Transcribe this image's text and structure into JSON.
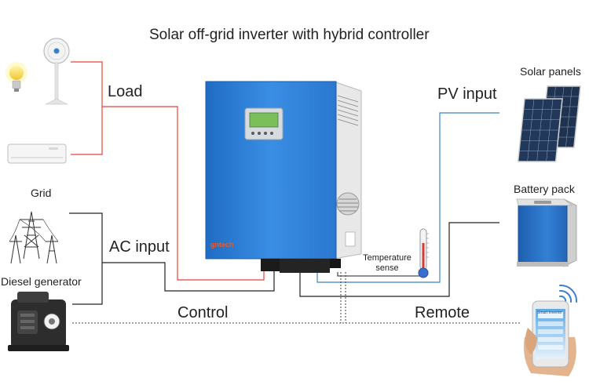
{
  "title": "Solar off-grid inverter with hybrid controller",
  "labels": {
    "load": "Load",
    "pv_input": "PV input",
    "ac_input": "AC input",
    "control": "Control",
    "remote": "Remote",
    "grid": "Grid",
    "diesel_generator": "Diesel generator",
    "solar_panels": "Solar panels",
    "battery_pack": "Battery pack",
    "temperature_sense_line1": "Temperature",
    "temperature_sense_line2": "sense"
  },
  "inverter": {
    "brand": "gntech"
  },
  "phone": {
    "app_name": "Smart Inverter"
  },
  "colors": {
    "load_line": "#e8423a",
    "pv_line": "#3b82c4",
    "ac_line": "#222222",
    "inverter_blue": "#2f7fd6",
    "panel_cell": "#1f3350",
    "battery_blue": "#2c74c9"
  }
}
